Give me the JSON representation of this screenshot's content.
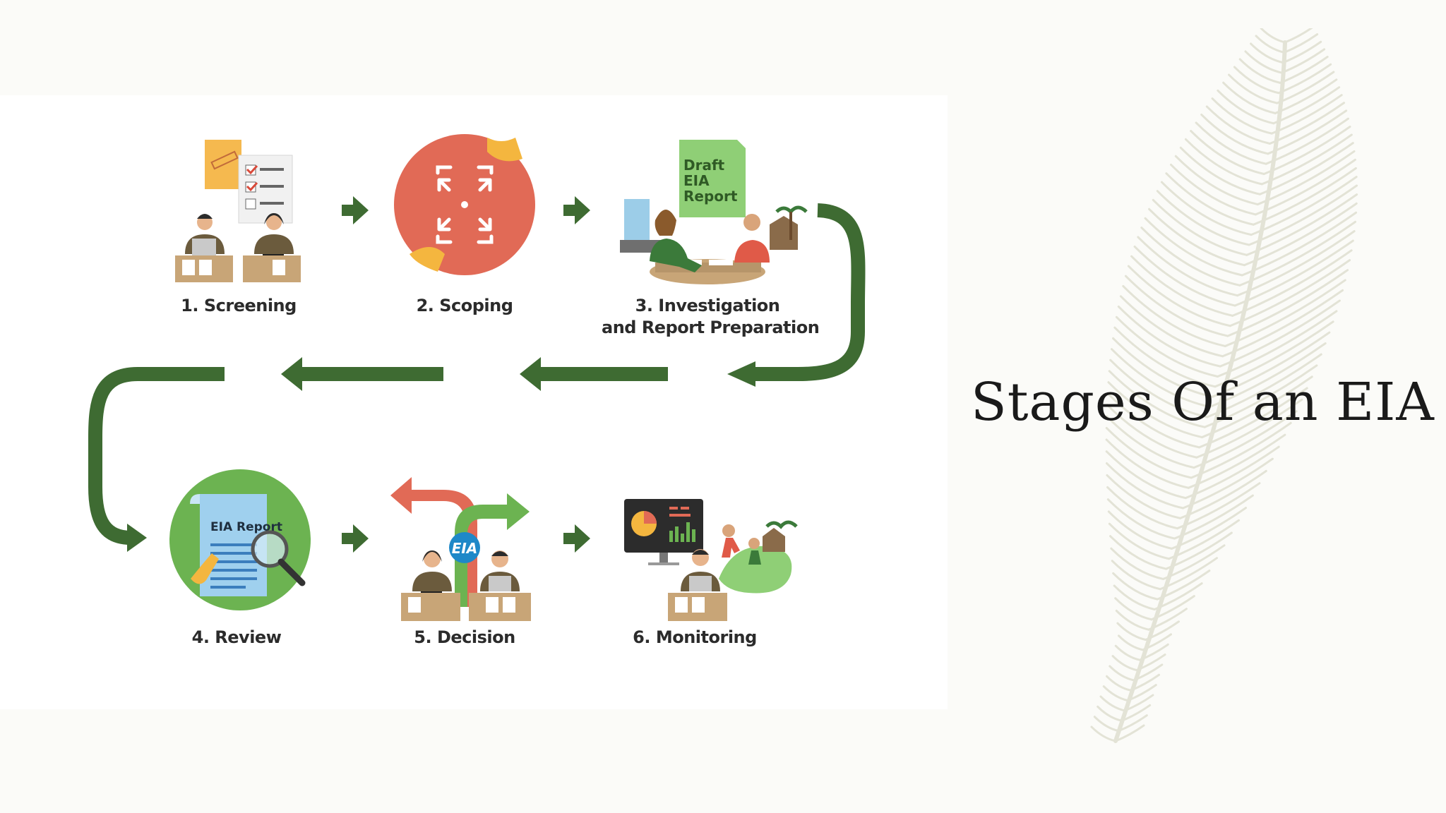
{
  "slide": {
    "title": "Stages Of an EIA"
  },
  "diagram": {
    "stages": [
      {
        "label": "1. Screening"
      },
      {
        "label": "2. Scoping"
      },
      {
        "label": "3. Investigation",
        "label_line2": "and Report Preparation"
      },
      {
        "label": "4. Review"
      },
      {
        "label": "5. Decision"
      },
      {
        "label": "6. Monitoring"
      }
    ],
    "icon_text": {
      "draft_report": [
        "Draft",
        "EIA",
        "Report"
      ],
      "eia_report": "EIA Report",
      "eia_badge": "EIA"
    }
  },
  "colors": {
    "arrow_green": "#3e6b32",
    "scoping_red": "#e16a56",
    "review_green": "#6cb351",
    "hand_orange": "#f4b63f"
  }
}
